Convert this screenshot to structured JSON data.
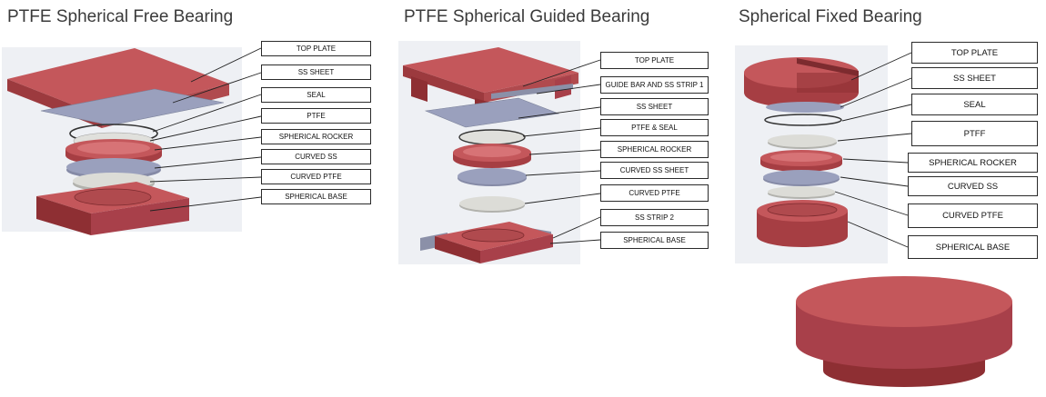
{
  "panels": [
    {
      "title": "PTFE Spherical Free Bearing",
      "labels": [
        "TOP PLATE",
        "SS SHEET",
        "SEAL",
        "PTFE",
        "SPHERICAL ROCKER",
        "CURVED SS",
        "CURVED PTFE",
        "SPHERICAL BASE"
      ]
    },
    {
      "title": "PTFE Spherical Guided Bearing",
      "labels": [
        "TOP PLATE",
        "GUIDE BAR AND SS STRIP 1",
        "SS SHEET",
        "PTFE & SEAL",
        "SPHERICAL ROCKER",
        "CURVED SS SHEET",
        "CURVED PTFE",
        "SS STRIP 2",
        "SPHERICAL BASE"
      ]
    },
    {
      "title": "Spherical Fixed Bearing",
      "labels": [
        "TOP PLATE",
        "SS SHEET",
        "SEAL",
        "PTFF",
        "SPHERICAL ROCKER",
        "CURVED SS",
        "CURVED PTFE",
        "SPHERICAL BASE"
      ]
    }
  ],
  "colors": {
    "bearing_red": "#b9474c",
    "bearing_red_dark": "#8e2f33",
    "steel_blue": "#9aa0bd",
    "ptfe_grey": "#d6d6d2",
    "backdrop": "#eef0f4"
  }
}
